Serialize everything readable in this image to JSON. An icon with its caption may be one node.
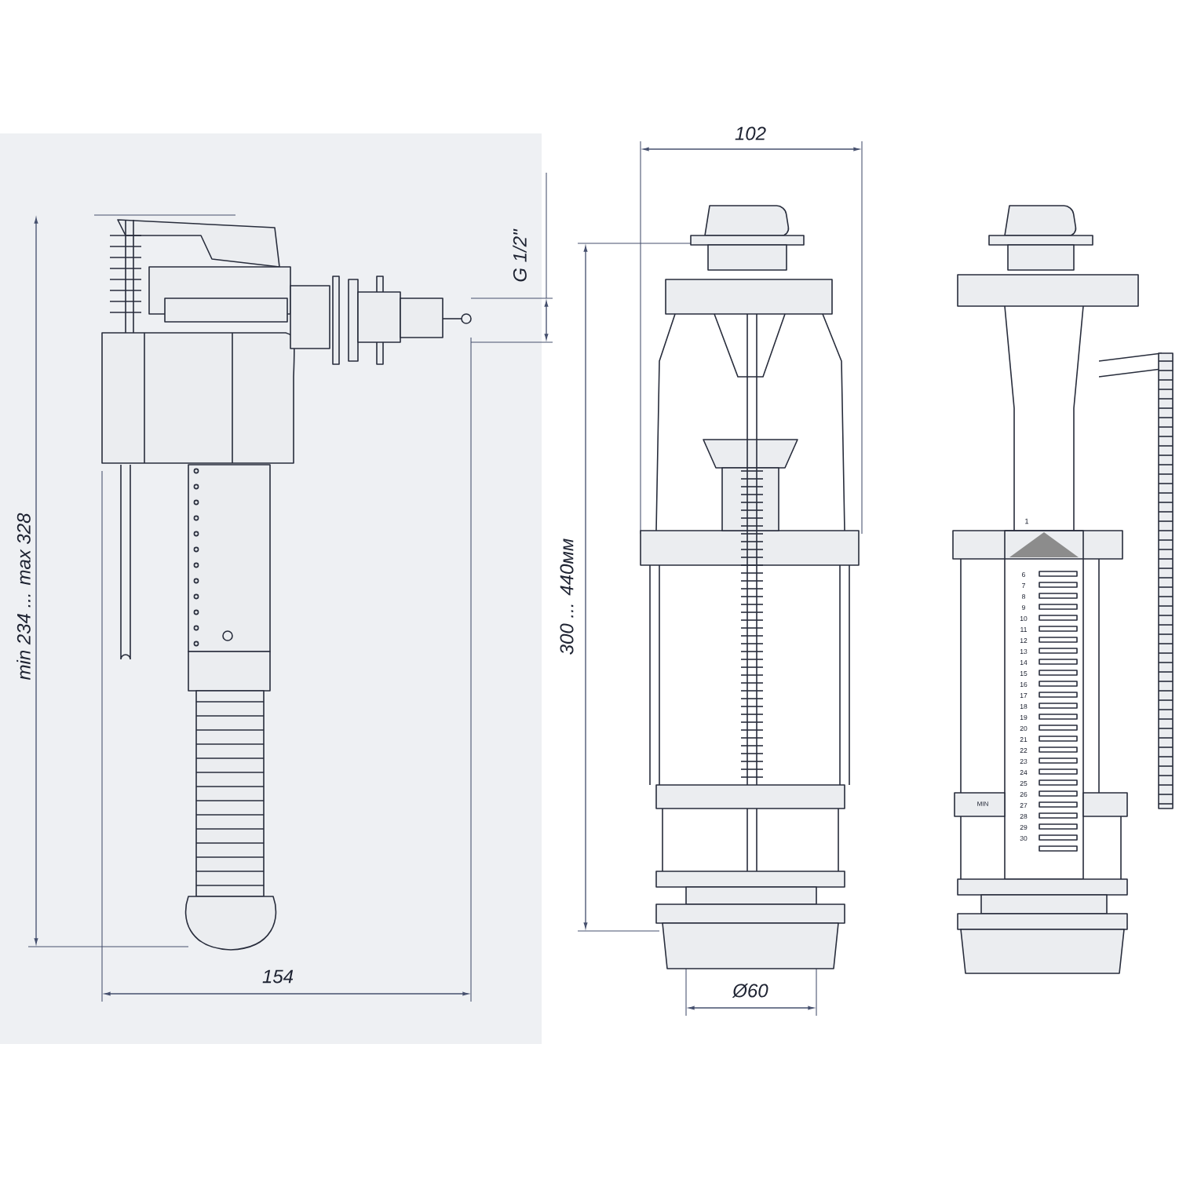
{
  "diagram": {
    "labels": [
      "G 1/2\"",
      "102",
      "min 234 ... max 328",
      "300 ... 440мм",
      "1",
      "6",
      "7",
      "8",
      "9",
      "10",
      "11",
      "12",
      "13",
      "14",
      "15",
      "16",
      "17",
      "18",
      "19",
      "20",
      "21",
      "22",
      "23",
      "24",
      "25",
      "26",
      "27",
      "28",
      "29",
      "30",
      "MIN",
      "154",
      "Ø60"
    ]
  }
}
